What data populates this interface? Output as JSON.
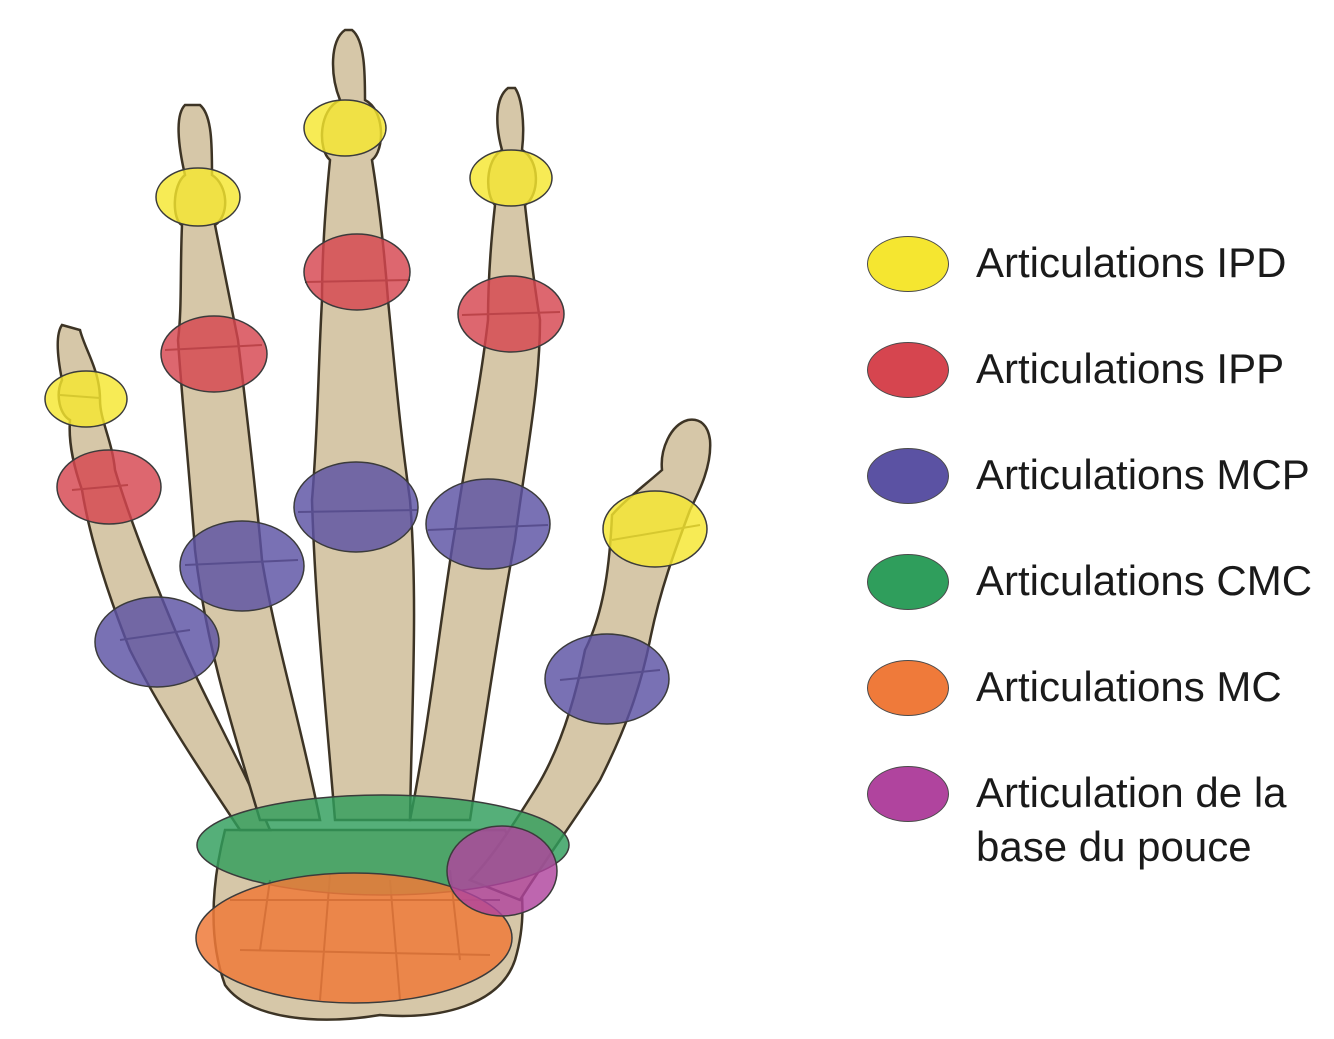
{
  "legend": [
    {
      "label": "Articulations IPD",
      "color": "#f5e630",
      "type": "ipd"
    },
    {
      "label": "Articulations IPP",
      "color": "#d6454f",
      "type": "ipp"
    },
    {
      "label": "Articulations MCP",
      "color": "#5b52a3",
      "type": "mcp"
    },
    {
      "label": "Articulations CMC",
      "color": "#2f9e5c",
      "type": "cmc"
    },
    {
      "label": "Articulations MC",
      "color": "#ef7a3a",
      "type": "mc"
    },
    {
      "label": "Articulation de la\nbase du pouce",
      "color": "#b0449e",
      "type": "thumb-base"
    }
  ],
  "colors": {
    "bone": "#d6c7a8",
    "bone_outline": "#3d3425"
  }
}
